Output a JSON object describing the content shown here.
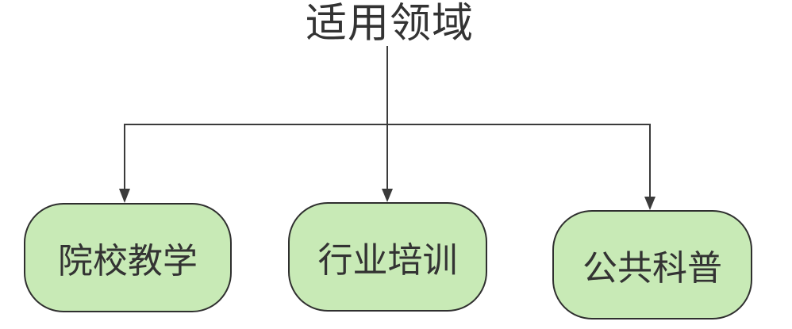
{
  "diagram": {
    "title": "适用领域",
    "nodes": [
      {
        "id": "node-college-teaching",
        "label": "院校教学"
      },
      {
        "id": "node-industry-training",
        "label": "行业培训"
      },
      {
        "id": "node-public-science",
        "label": "公共科普"
      }
    ],
    "connectors": [
      {
        "from": "title",
        "to": "node-college-teaching",
        "style": "elbow-arrow-down"
      },
      {
        "from": "title",
        "to": "node-industry-training",
        "style": "straight-arrow-down"
      },
      {
        "from": "title",
        "to": "node-public-science",
        "style": "elbow-arrow-down"
      }
    ],
    "colors": {
      "node_fill": "#c8eab6",
      "node_border": "#2f2f2f",
      "line": "#3b3b3b",
      "text": "#333333",
      "background": "#ffffff"
    }
  }
}
